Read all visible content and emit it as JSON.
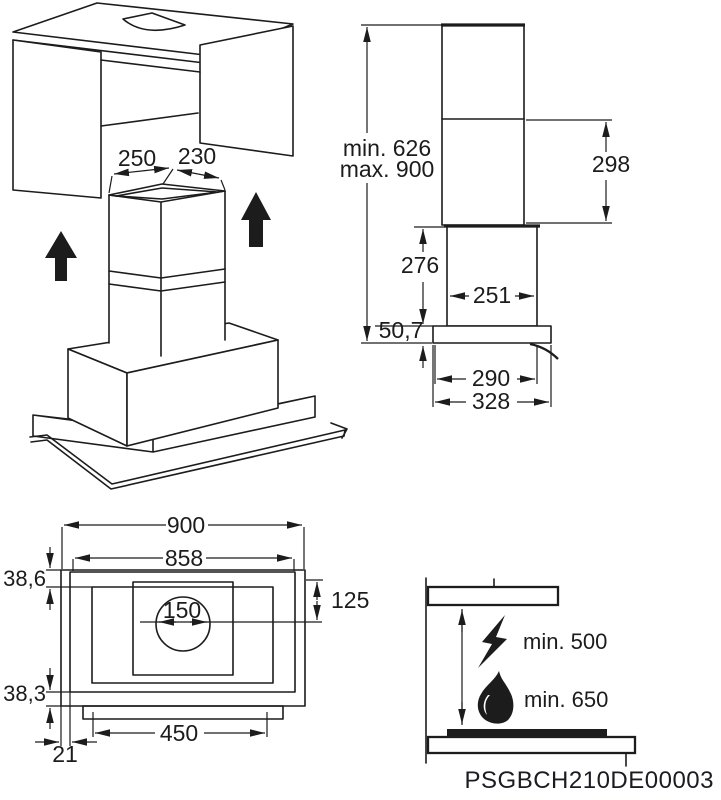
{
  "part_number": "PSGBCH210DE00003",
  "installation_view": {
    "duct_width_left": "250",
    "duct_width_right": "230"
  },
  "side_view": {
    "height_min": "min. 626",
    "height_max": "max. 900",
    "chimney_lower_section": "298",
    "body_height": "276",
    "body_depth": "251",
    "plate_offset": "50,7",
    "plate_inner_depth": "290",
    "plate_outer_depth": "328"
  },
  "top_view": {
    "overall_width": "900",
    "inner_width": "858",
    "front_offset": "38,6",
    "outlet_offset": "125",
    "outlet_diameter": "150",
    "rear_offset": "38,3",
    "flange_width": "450",
    "side_offset": "21"
  },
  "clearance_view": {
    "electric_hob_min": "min. 500",
    "gas_hob_min": "min. 650"
  },
  "colors": {
    "line": "#1c1c1c",
    "background": "#ffffff"
  }
}
